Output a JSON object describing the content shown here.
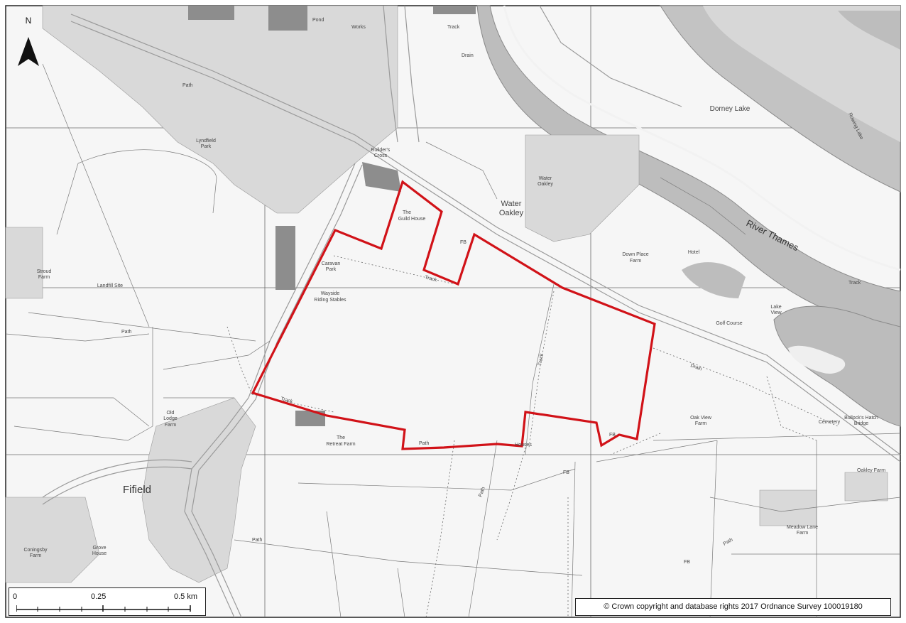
{
  "north_arrow": {
    "label": "N"
  },
  "scale_bar": {
    "ticks": [
      "0",
      "0.25",
      "0.5 km"
    ]
  },
  "copyright": "© Crown copyright and database rights 2017 Ordnance Survey 100019180",
  "labels": {
    "dorney_lake": "Dorney Lake",
    "rowing_lake": "Rowing Lake",
    "river_thames": "River Thames",
    "water_oakley_1": "Water",
    "water_oakley_2": "Oakley",
    "fifield": "Fifield",
    "stroud_farm_1": "Stroud",
    "stroud_farm_2": "Farm",
    "landfill_site": "Landfill Site",
    "lynsfield_park_1": "Lyndfield",
    "lynsfield_park_2": "Park",
    "caravan_park_1": "Caravan",
    "caravan_park_2": "Park",
    "wayside_1": "Wayside",
    "wayside_2": "Riding Stables",
    "guild_house_1": "The",
    "guild_house_2": "Guild House",
    "down_place_farm_1": "Down Place",
    "down_place_farm_2": "Farm",
    "hotel": "Hotel",
    "golf_course": "Golf Course",
    "lake_view_1": "Lake",
    "lake_view_2": "View",
    "oak_view_farm_1": "Oak View",
    "oak_view_farm_2": "Farm",
    "cemetery": "Cemetery",
    "oakley_farm": "Oakley Farm",
    "meadow_lane_farm_1": "Meadow Lane",
    "meadow_lane_farm_2": "Farm",
    "retreat_farm_1": "The",
    "retreat_farm_2": "Retreat Farm",
    "old_lodge_farm_1": "Old",
    "old_lodge_farm_2": "Lodge",
    "old_lodge_farm_3": "Farm",
    "coningsby_farm_1": "Coningsby",
    "coningsby_farm_2": "Farm",
    "grove_house_1": "Grove",
    "grove_house_2": "House",
    "builders_cross_1": "Builder's",
    "builders_cross_2": "Cross",
    "works": "Works",
    "water_oakley_small_1": "Water",
    "water_oakley_small_2": "Oakley",
    "houses": "Houses",
    "track_1": "Track",
    "track_2": "Track",
    "track_3": "Track",
    "track_4": "Track",
    "track_5": "Track",
    "drain_1": "Drain",
    "drain_2": "Drain",
    "path_1": "Path",
    "path_2": "Path",
    "path_3": "Path",
    "path_4": "Path",
    "path_5": "Path",
    "path_6": "Path",
    "fb_1": "FB",
    "fb_2": "FB",
    "fb_3": "FB",
    "fb_4": "FB",
    "pond": "Pond",
    "bullocks_hatch_1": "Bullock's Hatch",
    "bullocks_hatch_2": "Bridge"
  },
  "colors": {
    "boundary": "#d11218",
    "water": "#b9b9b9",
    "built": "#cfcfcf",
    "paper": "#f7f7f7"
  }
}
